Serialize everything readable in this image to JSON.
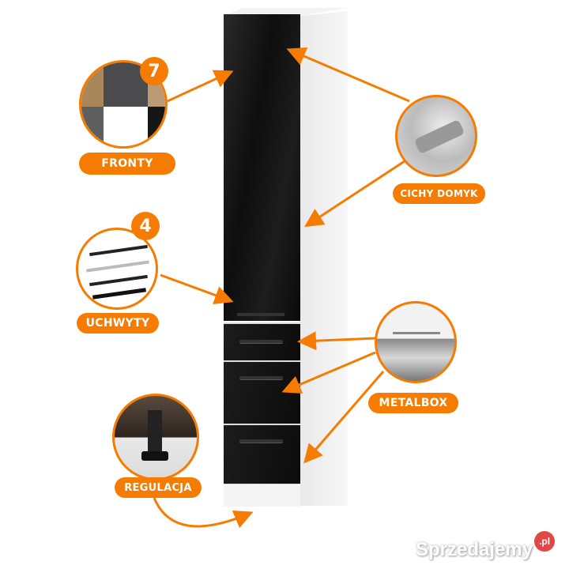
{
  "labels": {
    "fronty": "FRONTY",
    "cichy_domyk": "CICHY DOMYK",
    "uchwyty": "UCHWYTY",
    "metalbox": "METALBOX",
    "regulacja": "REGULACJA"
  },
  "badges": {
    "fronty_count": "7",
    "uchwyty_count": "4"
  },
  "watermark": {
    "name": "Sprzedajemy",
    ".pl": ".pl"
  },
  "colors": {
    "accent": "#f57c00",
    "front": "#111111",
    "body": "#ffffff"
  }
}
